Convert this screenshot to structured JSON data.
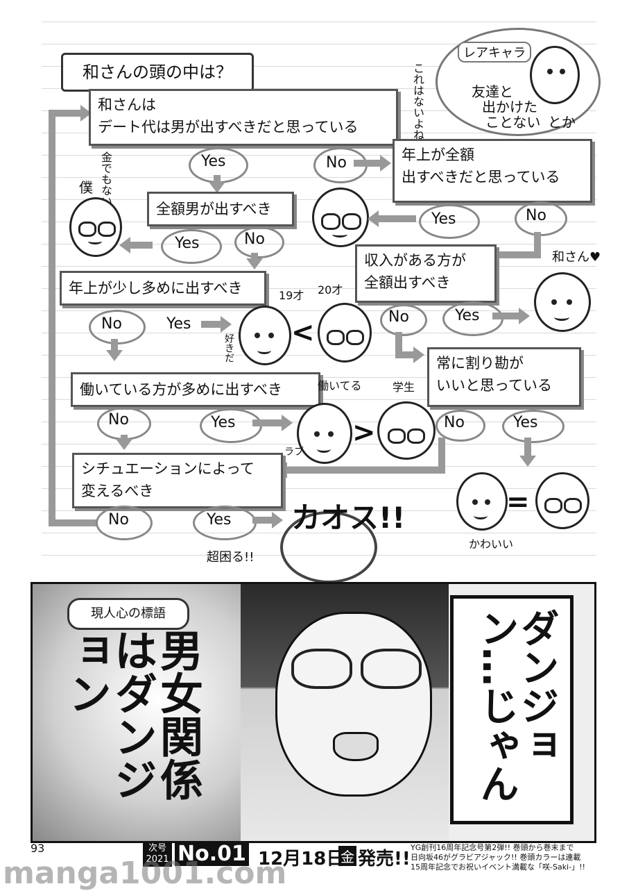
{
  "title": "和さんの頭の中は？",
  "aside": {
    "heading": "レアキャラ",
    "vertical": "これはないよね",
    "line1": "友達と",
    "line2": "出かけた",
    "line3": "ことない",
    "line4": "とか"
  },
  "boxes": {
    "b1_line1": "和さんは",
    "b1_line2": "デート代は男が出すべきだと思っている",
    "b2": "全額男が出すべき",
    "b3_line1": "年上が全額",
    "b3_line2": "出すべきだと思っている",
    "b4_line1": "収入がある方が",
    "b4_line2": "全額出すべき",
    "b5": "年上が少し多めに出すべき",
    "b6_line1": "常に割り勘が",
    "b6_line2": "いいと思っている",
    "b7": "働いている方が多めに出すべき",
    "b8_line1": "シチュエーションによって",
    "b8_line2": "変えるべき"
  },
  "choices": {
    "yes": "Yes",
    "no": "No"
  },
  "annotations": {
    "boku": "僕",
    "kane": "金でもないけどね",
    "kazusan": "和さん♥",
    "age19": "19才",
    "age20": "20才",
    "suki": "好きだ",
    "lt": "<",
    "gt": ">",
    "eq": "=",
    "hataraiteru": "働いてる",
    "gakusei": "学生",
    "rabu": "ラブ",
    "kawaii": "かわいい",
    "chaos": "カオス!!",
    "komaru": "超困る!!"
  },
  "panel": {
    "caption_tag": "現人心の標語",
    "caption_main": "男女関係はダンジョン",
    "speech": "ダンジョン…じゃん"
  },
  "footer": {
    "page_number": "93",
    "next_label": "次号",
    "year": "2021",
    "issue": "No.01",
    "date": "12月18日",
    "weekday": "金",
    "release": "発売!!",
    "blurb1": "YG創刊16周年記念号第2弾!! 巻頭から巻末まで",
    "blurb2": "日向坂46がグラビアジャック!! 巻頭カラーは連載",
    "blurb3": "15周年記念でお祝いイベント満載な「咲-Saki-」!!",
    "watermark": "manga1001.com"
  }
}
